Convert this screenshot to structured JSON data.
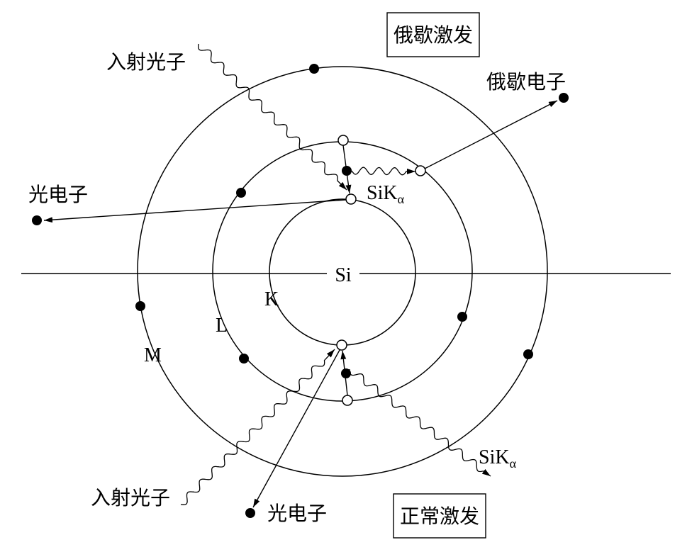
{
  "diagram": {
    "labels": {
      "auger_excitation": "俄歇激发",
      "normal_excitation": "正常激发",
      "incident_photon_top": "入射光子",
      "incident_photon_bottom": "入射光子",
      "auger_electron": "俄歇电子",
      "photoelectron_left": "光电子",
      "photoelectron_bottom": "光电子",
      "atom": "Si",
      "shell_k": "K",
      "shell_l": "L",
      "shell_m": "M",
      "sika_top": {
        "base": "SiK",
        "sub": "α"
      },
      "sika_bottom": {
        "base": "SiK",
        "sub": "α"
      }
    },
    "colors": {
      "ink": "#000000",
      "paper": "#ffffff"
    }
  }
}
